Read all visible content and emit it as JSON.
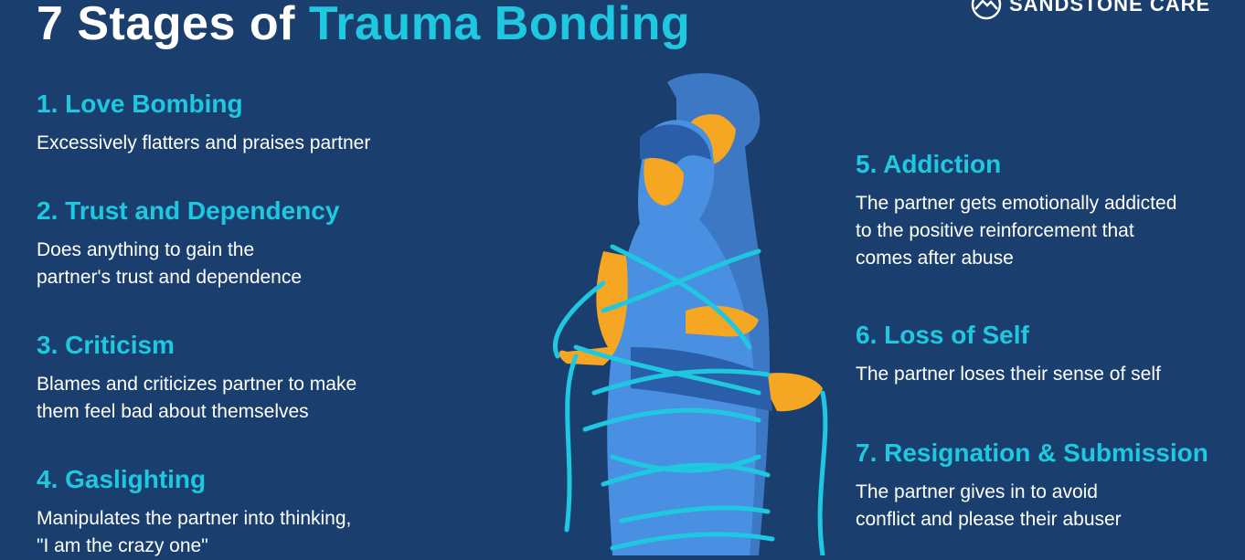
{
  "header": {
    "title_prefix": "7 Stages of ",
    "title_accent": "Trauma Bonding",
    "brand": "SANDSTONE CARE",
    "brand_icon": "mountain-logo-icon"
  },
  "colors": {
    "background": "#1a3f6e",
    "accent": "#1ec8e0",
    "text": "#ffffff",
    "skin": "#f5a623"
  },
  "stages": [
    {
      "heading": "1. Love Bombing",
      "lines": [
        "Excessively flatters and praises partner"
      ]
    },
    {
      "heading": "2. Trust and Dependency",
      "lines": [
        "Does anything to gain the",
        "partner's trust and dependence"
      ]
    },
    {
      "heading": "3. Criticism",
      "lines": [
        "Blames and criticizes partner to make",
        "them feel bad about themselves"
      ]
    },
    {
      "heading": "4. Gaslighting",
      "lines": [
        "Manipulates the partner into thinking,",
        "\"I am the crazy one\""
      ]
    },
    {
      "heading": "5. Addiction",
      "lines": [
        "The partner gets emotionally addicted",
        "to the positive reinforcement that",
        "comes after abuse"
      ]
    },
    {
      "heading": "6. Loss of Self",
      "lines": [
        "The partner loses their sense of self"
      ]
    },
    {
      "heading": "7. Resignation & Submission",
      "lines": [
        "The partner gives in to avoid",
        "conflict and please their abuser"
      ]
    }
  ],
  "illustration": {
    "icon": "embracing-couple-tied-with-rope-icon"
  }
}
